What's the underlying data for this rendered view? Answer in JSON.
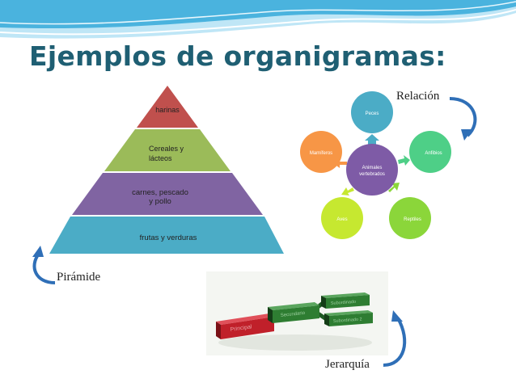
{
  "slide": {
    "title": "Ejemplos de organigramas:"
  },
  "captions": {
    "relacion": "Relación",
    "piramide": "Pirámide",
    "jerarquia": "Jerarquía"
  },
  "pyramid": {
    "levels": [
      {
        "line1": "harinas",
        "line2": "",
        "color": "#c0504d"
      },
      {
        "line1": "Cereales y",
        "line2": "lácteos",
        "color": "#9bbb59"
      },
      {
        "line1": "carnes, pescado",
        "line2": "y pollo",
        "color": "#8064a2"
      },
      {
        "line1": "frutas y verduras",
        "line2": "",
        "color": "#4bacc6"
      }
    ]
  },
  "cycle": {
    "center": {
      "line1": "Animales",
      "line2": "vertebrados",
      "color": "#7e5ba6"
    },
    "nodes": [
      {
        "label": "Peces",
        "color": "#4bacc6"
      },
      {
        "label": "Anfibios",
        "color": "#4ecf87"
      },
      {
        "label": "Reptiles",
        "color": "#8bd63a"
      },
      {
        "label": "Aves",
        "color": "#c6e830"
      },
      {
        "label": "Mamíferos",
        "color": "#f79646"
      }
    ]
  },
  "hierarchy": {
    "boxes": [
      {
        "label": "Principal",
        "color": "#c0202a"
      },
      {
        "label": "Secundario",
        "color": "#2e7d32"
      },
      {
        "label": "Subordinado",
        "color": "#2e7d32"
      },
      {
        "label": "Subordinado 2",
        "color": "#2e7d32"
      }
    ]
  },
  "colors": {
    "title": "#1f5f73",
    "wave_dark": "#4ab3de",
    "wave_light": "#bfe6f6",
    "curl_arrow": "#2f6fb7"
  }
}
